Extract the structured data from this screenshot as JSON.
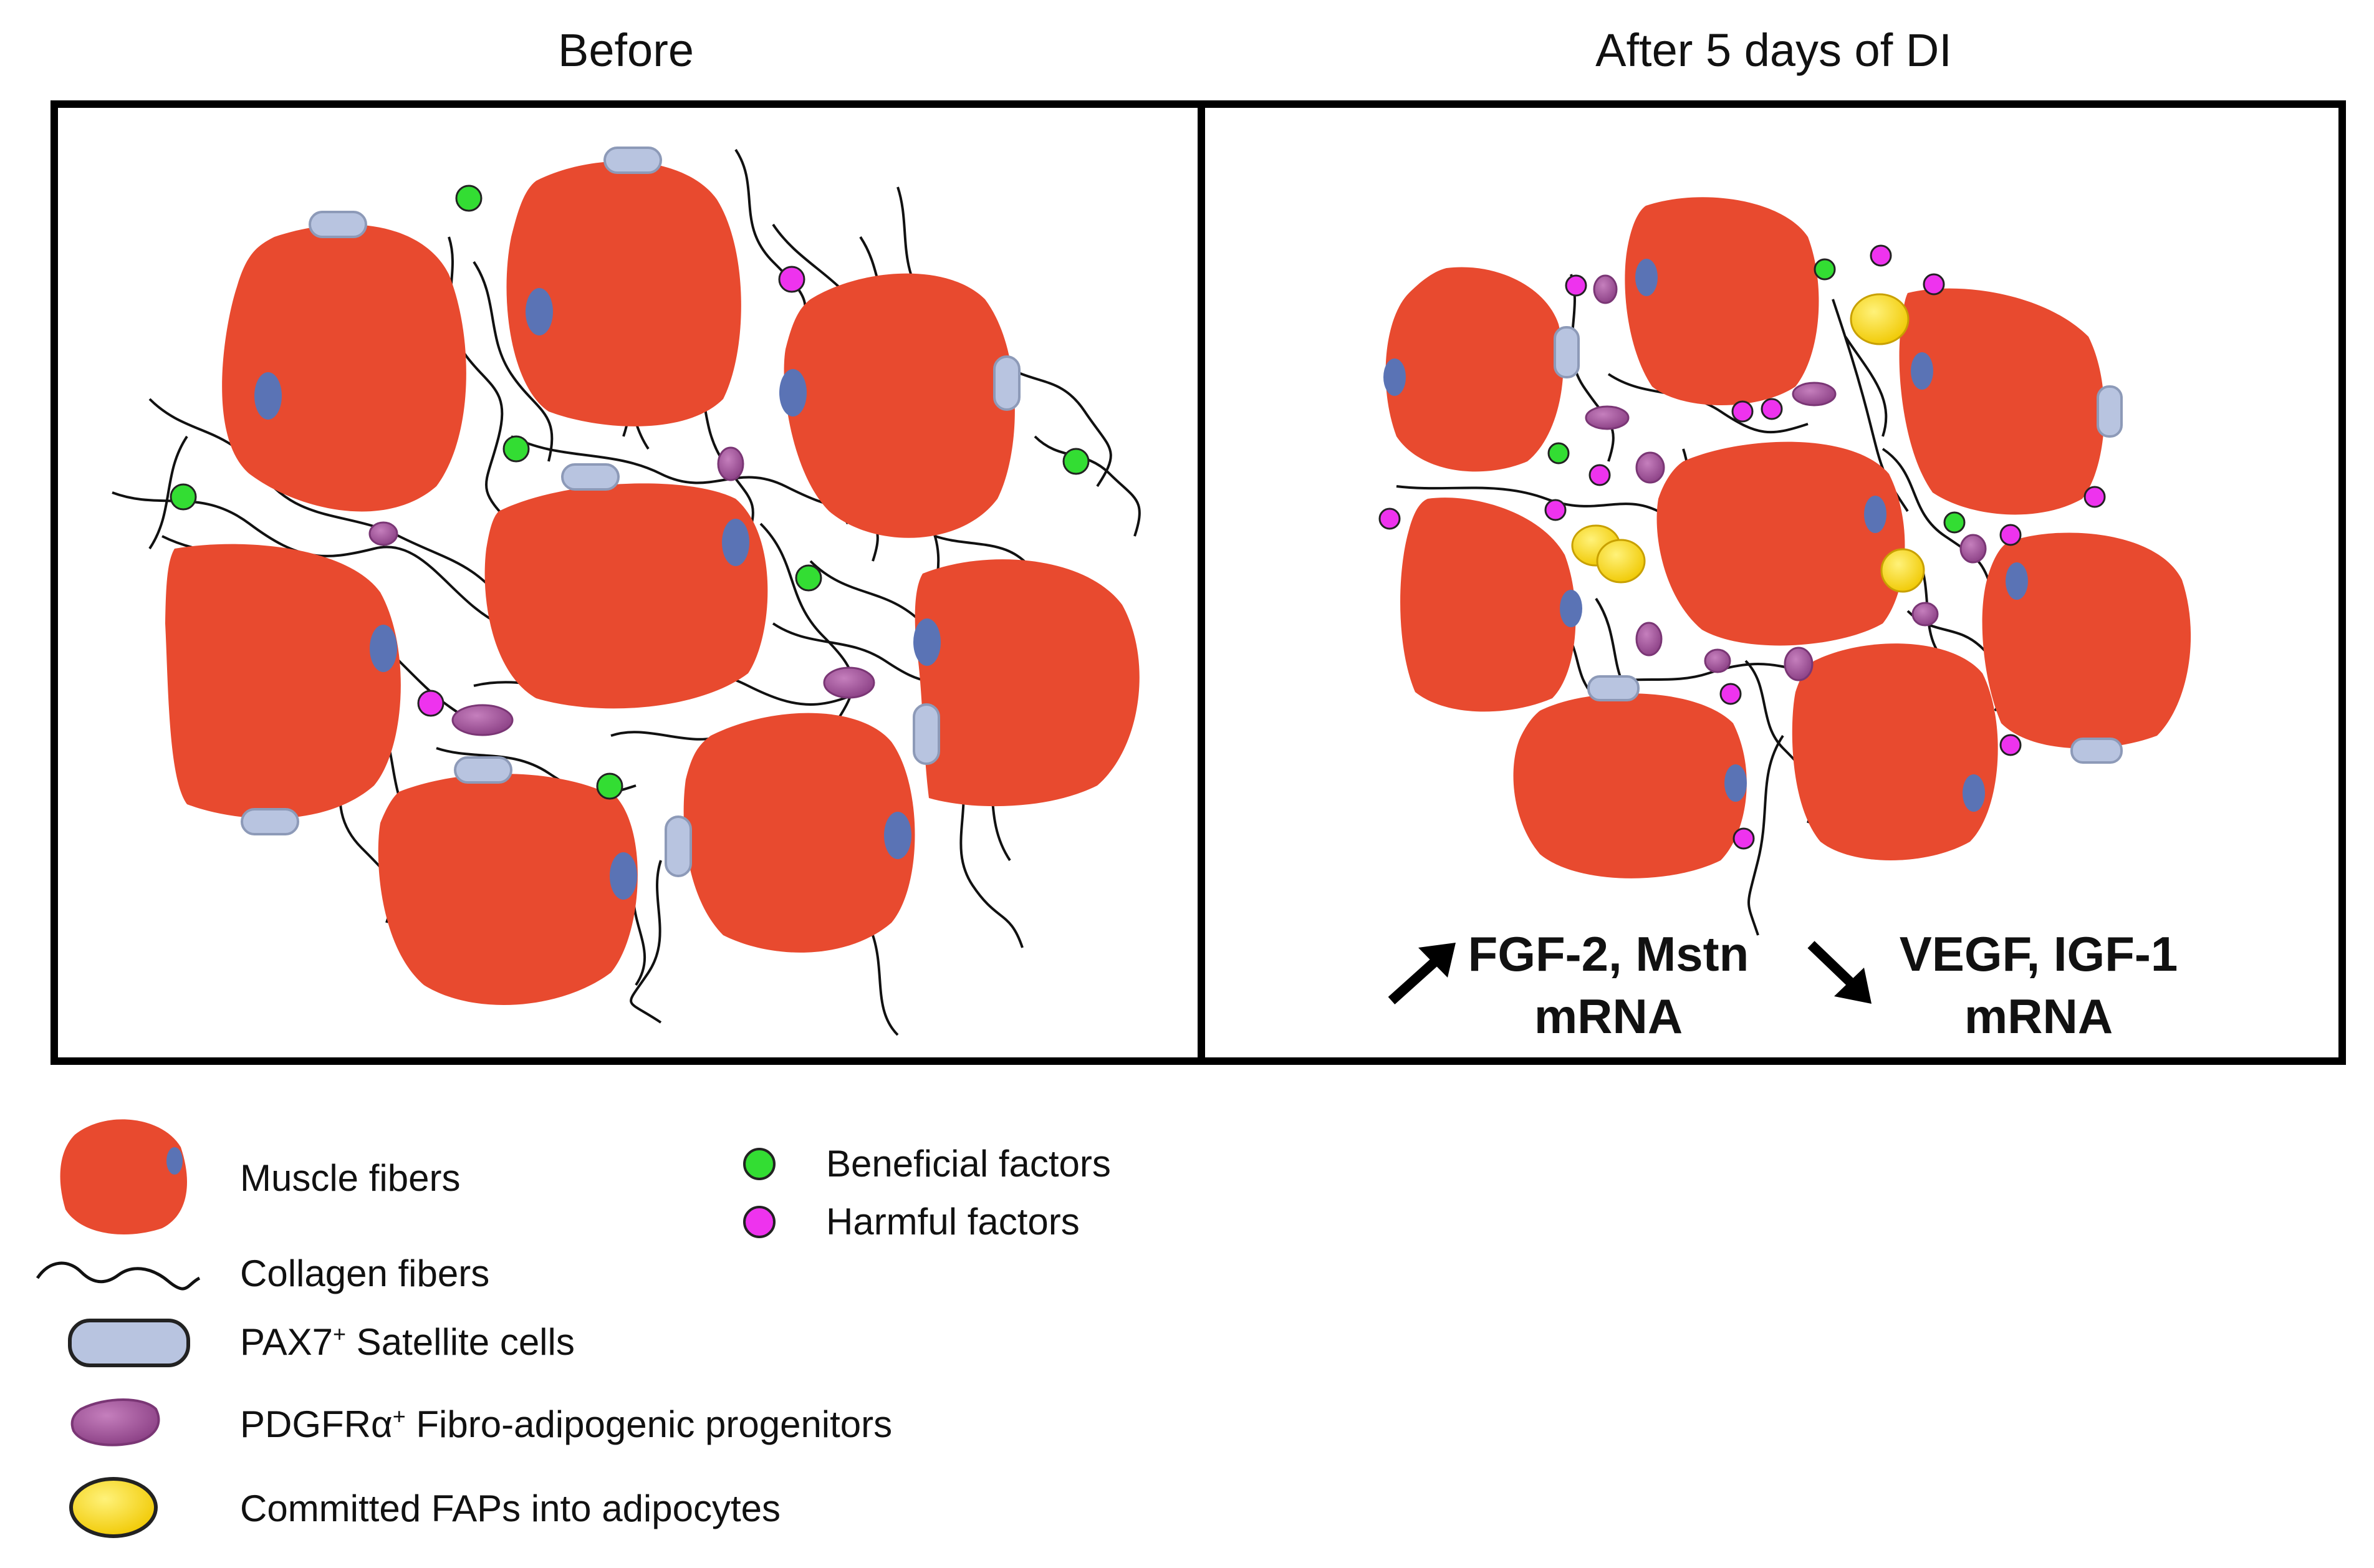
{
  "panels": {
    "before_title": "Before",
    "after_title": "After 5 days of DI"
  },
  "changes": {
    "up_line1": "FGF-2, Mstn",
    "up_line2": "mRNA",
    "down_line1": "VEGF, IGF-1",
    "down_line2": "mRNA"
  },
  "legend": {
    "muscle": "Muscle fibers",
    "collagen": "Collagen fibers",
    "satellite_sup": "+",
    "satellite_prefix": "PAX7",
    "satellite_suffix": " Satellite cells",
    "fap_prefix": "PDGFRα",
    "fap_sup": "+",
    "fap_suffix": " Fibro-adipogenic progenitors",
    "adipocyte": "Committed FAPs into adipocytes",
    "beneficial": "Beneficial factors",
    "harmful": "Harmful factors"
  },
  "colors": {
    "muscle": "#e84a2f",
    "nucleus": "#5a73b5",
    "satellite": "#b8c4e0",
    "fap": "#a0569a",
    "adipocyte": "#f5d400",
    "beneficial": "#33dd33",
    "harmful": "#ee33ee"
  }
}
